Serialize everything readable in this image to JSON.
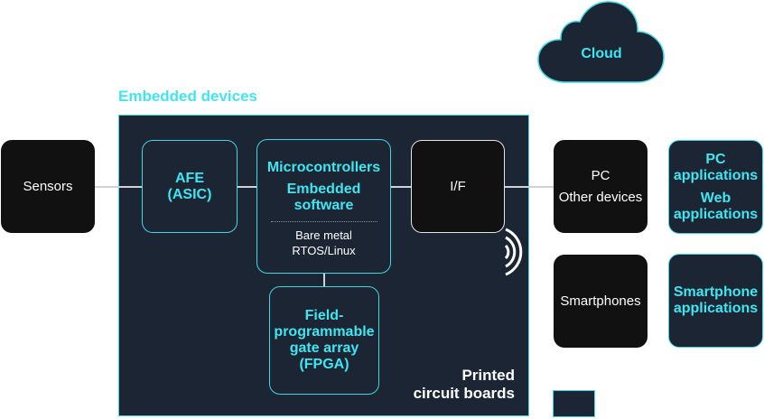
{
  "labels": {
    "embedded_devices": "Embedded devices",
    "cloud": "Cloud",
    "sensors": "Sensors",
    "afe_line1": "AFE",
    "afe_line2": "(ASIC)",
    "mcu_title": "Microcontrollers",
    "mcu_sw_line1": "Embedded",
    "mcu_sw_line2": "software",
    "mcu_os_line1": "Bare metal",
    "mcu_os_line2": "RTOS/Linux",
    "interface": "I/F",
    "fpga_line1": "Field-",
    "fpga_line2": "programmable",
    "fpga_line3": "gate array",
    "fpga_line4": "(FPGA)",
    "pcb_line1": "Printed",
    "pcb_line2": "circuit boards",
    "pc_line1": "PC",
    "pc_line2": "Other devices",
    "pc_apps_line1": "PC",
    "pc_apps_line2": "applications",
    "web_apps_line1": "Web",
    "web_apps_line2": "applications",
    "smartphones": "Smartphones",
    "smartphone_apps_line1": "Smartphone",
    "smartphone_apps_line2": "applications"
  },
  "colors": {
    "accent_cyan": "#3fe6f2",
    "panel_navy": "#1b2533",
    "device_black": "#111111"
  },
  "icons": {
    "wireless": "wireless-signal-icon",
    "cloud": "cloud-icon"
  }
}
